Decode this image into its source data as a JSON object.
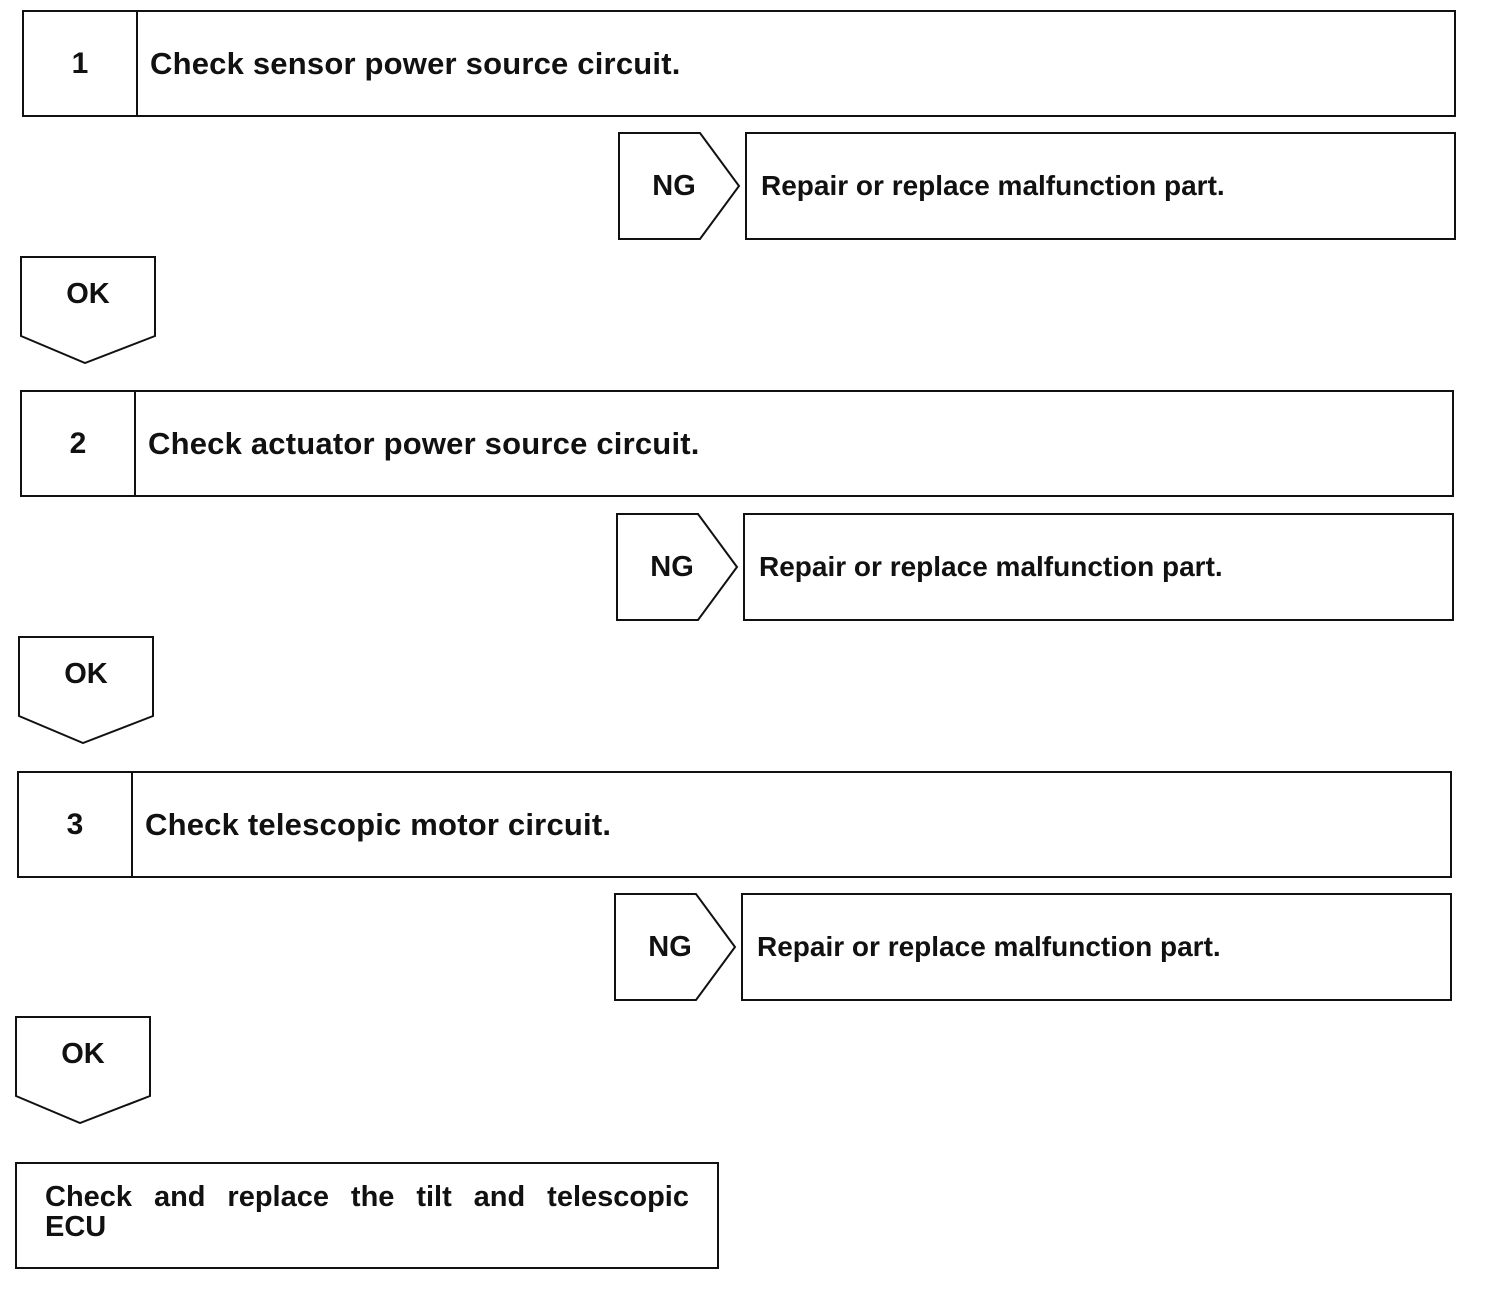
{
  "steps": [
    {
      "number": "1",
      "text": "Check sensor power source circuit.",
      "ng_label": "NG",
      "ng_result": "Repair or replace malfunction part.",
      "ok_label": "OK"
    },
    {
      "number": "2",
      "text": "Check actuator power source circuit.",
      "ng_label": "NG",
      "ng_result": "Repair or replace malfunction part.",
      "ok_label": "OK"
    },
    {
      "number": "3",
      "text": "Check telescopic motor circuit.",
      "ng_label": "NG",
      "ng_result": "Repair or replace malfunction part.",
      "ok_label": "OK"
    }
  ],
  "final": {
    "line1": "Check and replace the tilt and telescopic",
    "line2": "ECU"
  }
}
